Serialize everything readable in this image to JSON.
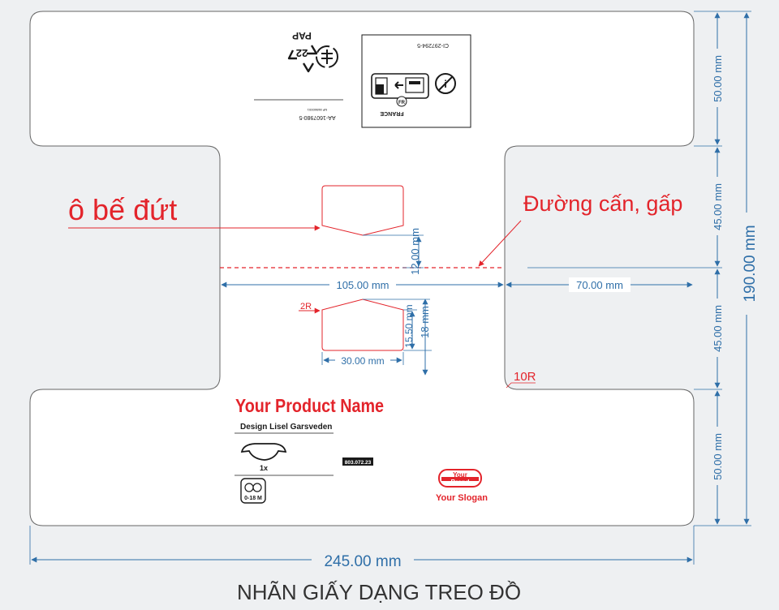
{
  "title": "NHÃN GIẤY DẠNG TREO ĐỒ",
  "dimensions": {
    "total_width": "245.00 mm",
    "total_height": "190.00 mm",
    "top_height": "50.00 mm",
    "upper_mid_height": "45.00 mm",
    "lower_mid_height": "45.00 mm",
    "bottom_height": "50.00 mm",
    "middle_width": "105.00 mm",
    "right_width": "70.00 mm",
    "hanger_notch": "12.00 mm",
    "hole_width": "30.00 mm",
    "hole_height_inner": "15.50 mm",
    "hole_height_outer": "18 mm",
    "radius_small": "2R",
    "radius_corner": "10R"
  },
  "annotations": {
    "die_cut": "ô bế đứt",
    "fold_line": "Đường cấn, gấp"
  },
  "top_panel": {
    "pap_number": "22",
    "pap_text": "PAP",
    "article_code": "AA-1607980-5",
    "small_code": "NP 86960001",
    "warning_code": "CI-297294-5",
    "country": "FRANCE",
    "fr_badge": "FR"
  },
  "bottom_panel": {
    "product_name": "Your Product Name",
    "designer": "Design Lisel Garsveden",
    "quantity": "1x",
    "age_range": "0-18 M",
    "product_code": "803.072.23",
    "brand_line1": "Your",
    "brand_line2": "Brand",
    "slogan": "Your Slogan"
  },
  "colors": {
    "dimension_blue": "#2f6fa8",
    "annotation_red": "#e3242b",
    "outline_grey": "#555555"
  }
}
